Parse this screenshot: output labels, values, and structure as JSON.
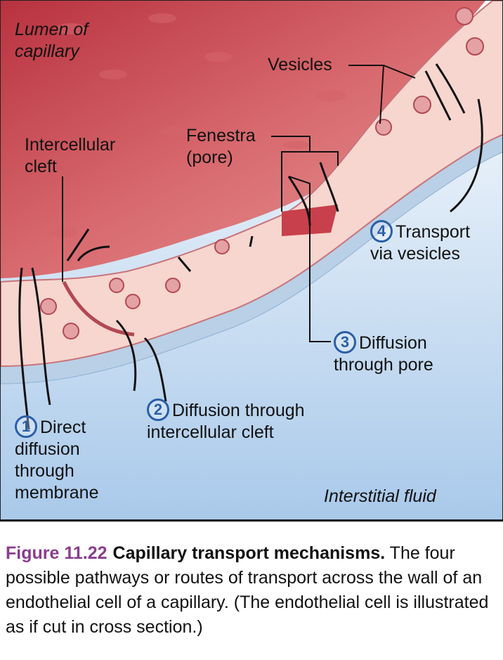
{
  "labels": {
    "lumen": [
      "Lumen of",
      "capillary"
    ],
    "vesicles": "Vesicles",
    "fenestra": [
      "Fenestra",
      "(pore)"
    ],
    "intercellular_cleft": [
      "Intercellular",
      "cleft"
    ],
    "interstitial_fluid": "Interstitial fluid"
  },
  "pathways": [
    {
      "number": "1",
      "lines": [
        "Direct",
        "diffusion",
        "through",
        "membrane"
      ]
    },
    {
      "number": "2",
      "lines": [
        "Diffusion through",
        "intercellular cleft"
      ]
    },
    {
      "number": "3",
      "lines": [
        "Diffusion",
        "through pore"
      ]
    },
    {
      "number": "4",
      "lines": [
        "Transport",
        "via vesicles"
      ]
    }
  ],
  "caption": {
    "figure": "Figure 11.22",
    "title": "Capillary transport mechanisms.",
    "body": "The four possible pathways or routes of transport across the wall of an endothelial cell of a capillary. (The endothelial cell is illustrated as if cut in cross section.)"
  },
  "colors": {
    "lumen": "#c0464f",
    "cell": "#f6d6cf",
    "interstitial": "#c9ddf0",
    "number": "#2a5ea8",
    "figure_label": "#8a3d8f"
  }
}
